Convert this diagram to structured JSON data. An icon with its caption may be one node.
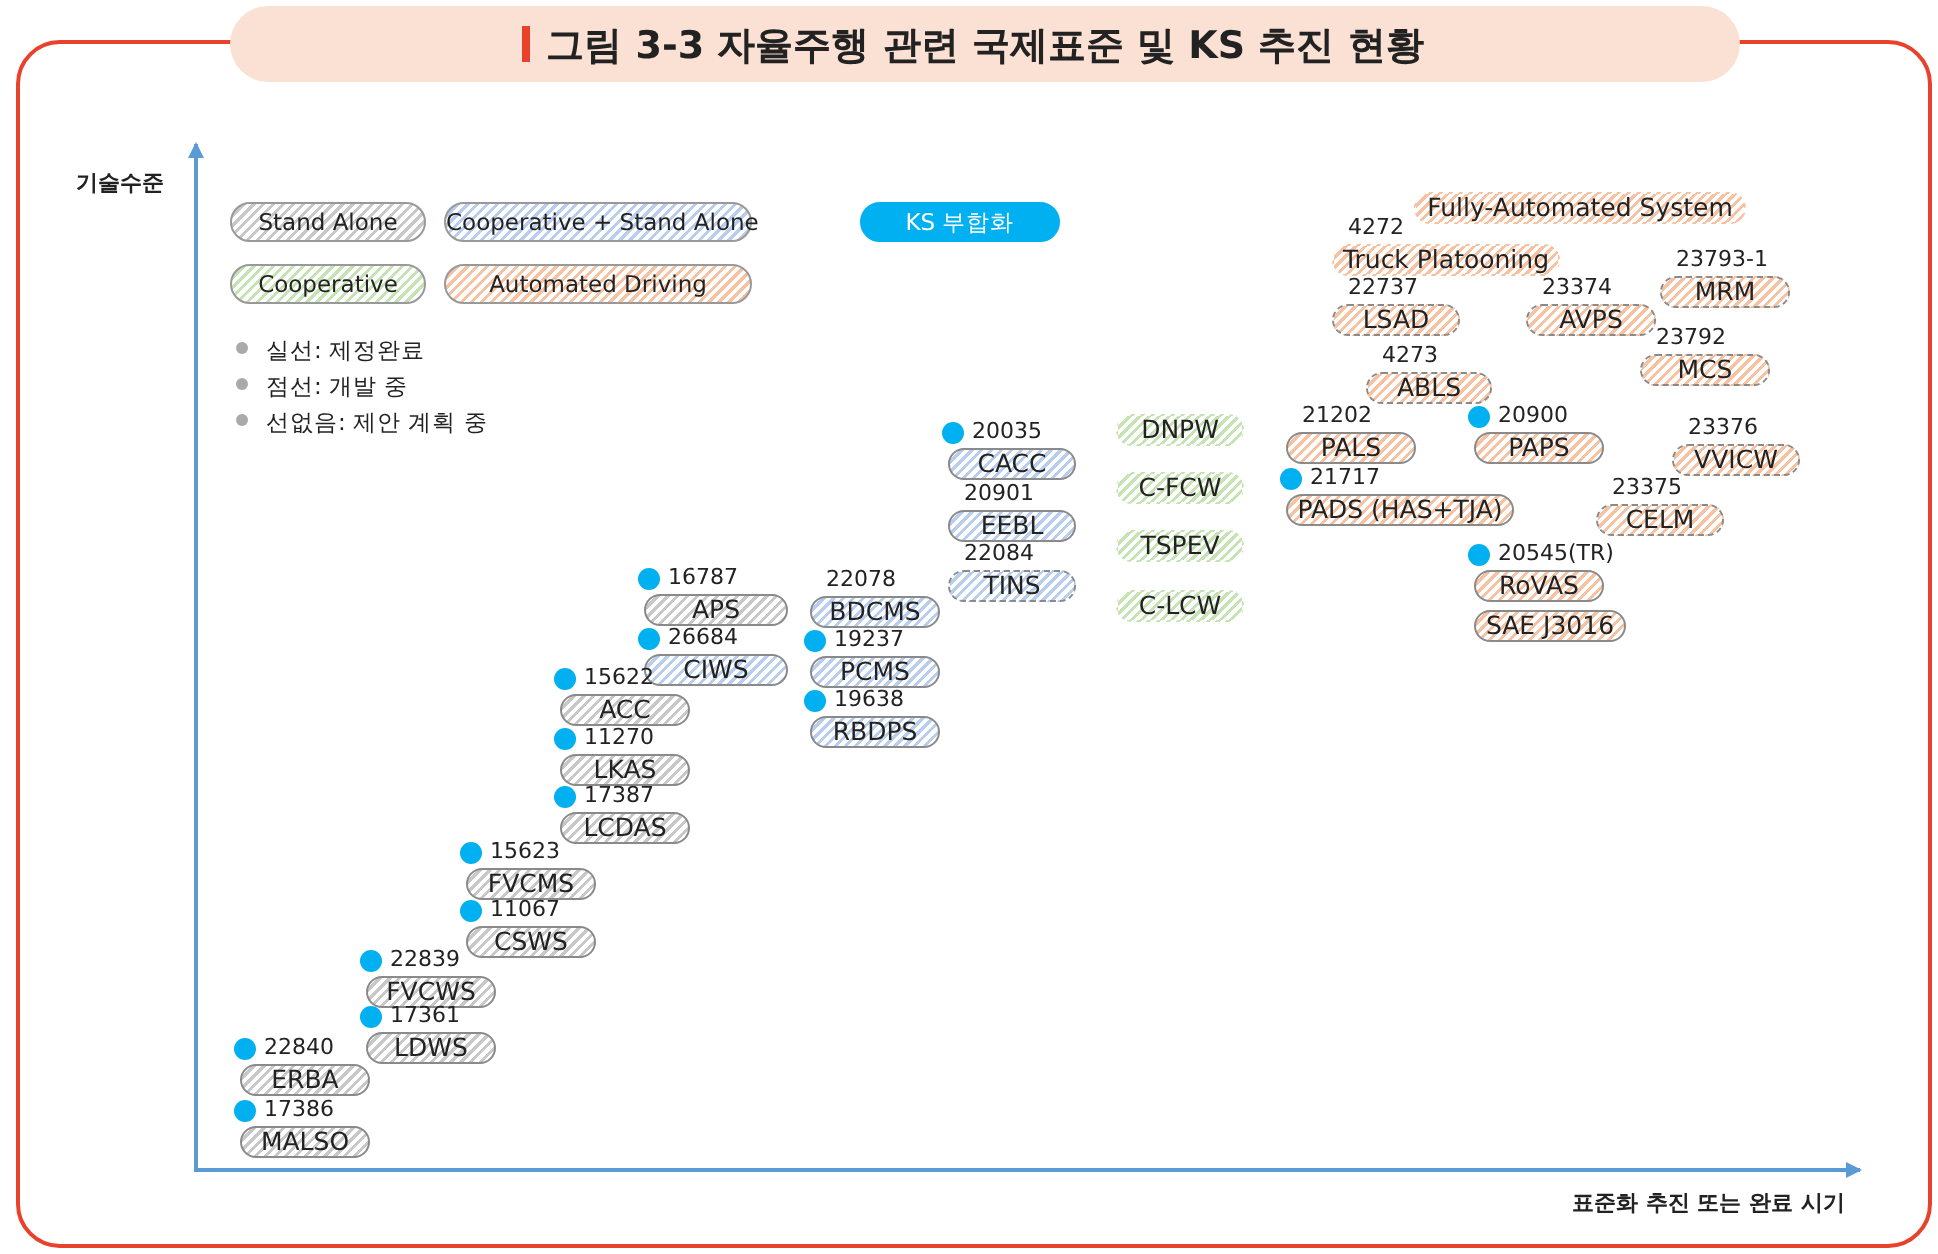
{
  "diagram": {
    "title": "그림 3-3 자율주행 관련 국제표준 및 KS 추진 현황",
    "nodes": [
      {
        "text": [
          "Fully-Automated System"
        ]
      },
      {
        "text": [
          "4272",
          "Truck Platooning"
        ]
      },
      {
        "text": [
          "23793-1",
          "MRM"
        ]
      },
      {
        "text": [
          "22737",
          "LSAD"
        ]
      },
      {
        "text": [
          "23374",
          "AVPS"
        ]
      },
      {
        "text": [
          "23792",
          "MCS"
        ]
      },
      {
        "text": [
          "4273",
          "ABLS"
        ]
      },
      {
        "text": [
          "DNPW"
        ]
      },
      {
        "text": [
          "20035",
          "CACC"
        ]
      },
      {
        "text": [
          "21202",
          "PALS"
        ]
      },
      {
        "text": [
          "20900",
          "PAPS"
        ]
      },
      {
        "text": [
          "23376",
          "VVICW"
        ]
      },
      {
        "text": [
          "C-FCW"
        ]
      },
      {
        "text": [
          "21717",
          "PADS (HAS+TJA)"
        ]
      },
      {
        "text": [
          "23375",
          "CELM"
        ]
      },
      {
        "text": [
          "20901",
          "EEBL"
        ]
      },
      {
        "text": [
          "TSPEV"
        ]
      },
      {
        "text": [
          "22084",
          "TINS"
        ]
      },
      {
        "text": [
          "20545(TR)",
          "RoVAS"
        ]
      },
      {
        "text": [
          "16787",
          "APS"
        ]
      },
      {
        "text": [
          "22078",
          "BDCMS"
        ]
      },
      {
        "text": [
          "C-LCW"
        ]
      },
      {
        "text": [
          "SAE J3016"
        ]
      },
      {
        "text": [
          "26684",
          "CIWS"
        ]
      },
      {
        "text": [
          "19237",
          "PCMS"
        ]
      },
      {
        "text": [
          "15622",
          "ACC"
        ]
      },
      {
        "text": [
          "19638",
          "RBDPS"
        ]
      },
      {
        "text": [
          "11270",
          "LKAS"
        ]
      },
      {
        "text": [
          "17387",
          "LCDAS"
        ]
      },
      {
        "text": [
          "15623",
          "FVCMS"
        ]
      },
      {
        "text": [
          "11067",
          "CSWS"
        ]
      },
      {
        "text": [
          "22839",
          "FVCWS"
        ]
      },
      {
        "text": [
          "17361",
          "LDWS"
        ]
      },
      {
        "text": [
          "22840",
          "ERBA"
        ]
      },
      {
        "text": [
          "17386",
          "MALSO"
        ]
      }
    ],
    "labels": [
      "기술수준",
      "표준화 추진 또는 완료 시기"
    ],
    "legend": [
      {
        "text": "Stand Alone",
        "color": "#c8c8c8"
      },
      {
        "text": "Cooperative + Stand Alone",
        "color": "#b9cdee"
      },
      {
        "text": "Cooperative",
        "color": "#c6e3b3"
      },
      {
        "text": "Automated Driving",
        "color": "#f7c2a2"
      },
      {
        "text": "KS 부합화",
        "color": "#00b0f0"
      },
      {
        "text": "실선: 제정완료"
      },
      {
        "text": "점선: 개발 중"
      },
      {
        "text": "선없음: 제안 계획 중"
      }
    ]
  }
}
